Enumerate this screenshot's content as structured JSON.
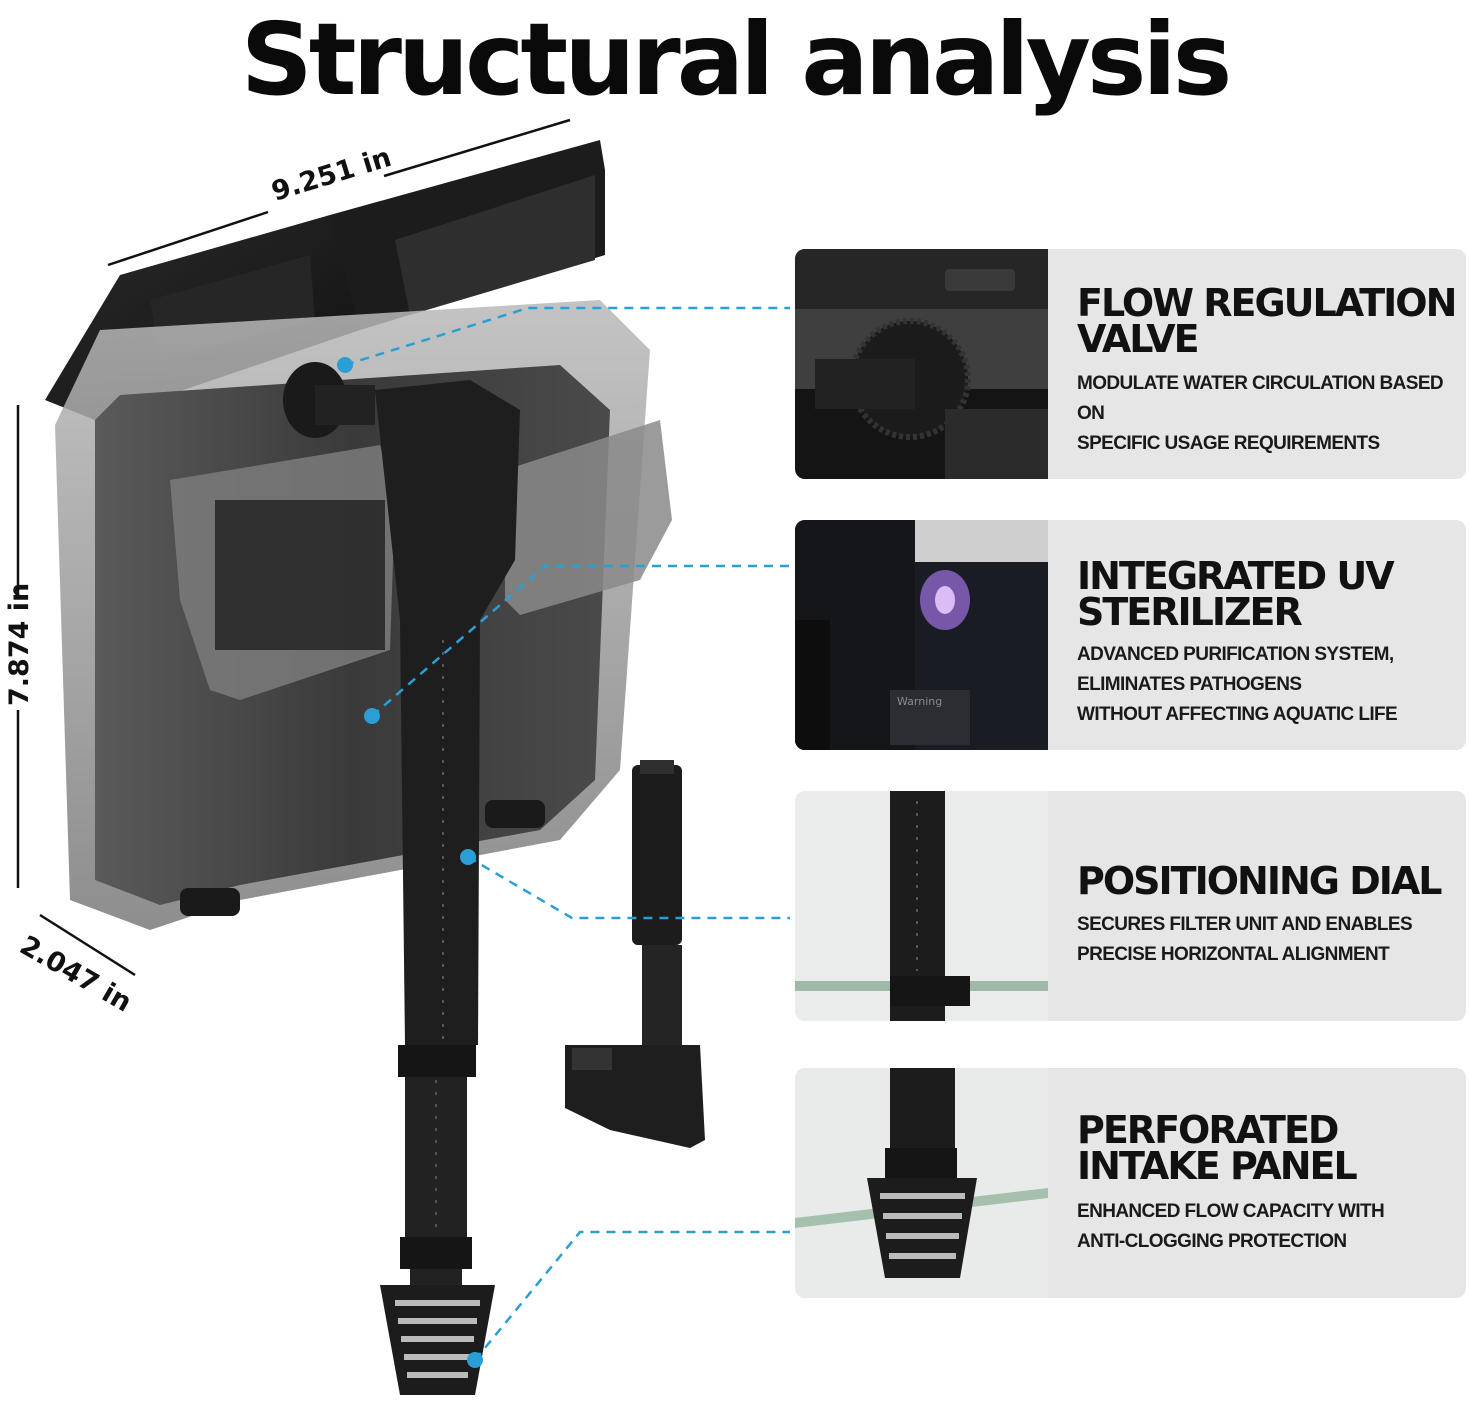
{
  "title": "Structural analysis",
  "dimensions": {
    "width": "9.251 in",
    "height": "7.874 in",
    "depth": "2.047 in"
  },
  "features": [
    {
      "title": "FLOW REGULATION\nVALVE",
      "description": "MODULATE WATER CIRCULATION BASED ON\nSPECIFIC USAGE REQUIREMENTS"
    },
    {
      "title": "INTEGRATED UV\nSTERILIZER",
      "description": "ADVANCED PURIFICATION SYSTEM,\nELIMINATES  PATHOGENS\nWITHOUT AFFECTING AQUATIC LIFE",
      "photo_warning_label": "Warning"
    },
    {
      "title": "POSITIONING DIAL",
      "description": "SECURES FILTER UNIT AND ENABLES\nPRECISE HORIZONTAL ALIGNMENT"
    },
    {
      "title": "PERFORATED\nINTAKE PANEL",
      "description": "ENHANCED FLOW CAPACITY WITH\nANTI-CLOGGING PROTECTION"
    }
  ],
  "colors": {
    "callout_line": "#2a9fd6",
    "card_background": "#e6e6e6",
    "product_body": "#2b2b2b"
  }
}
